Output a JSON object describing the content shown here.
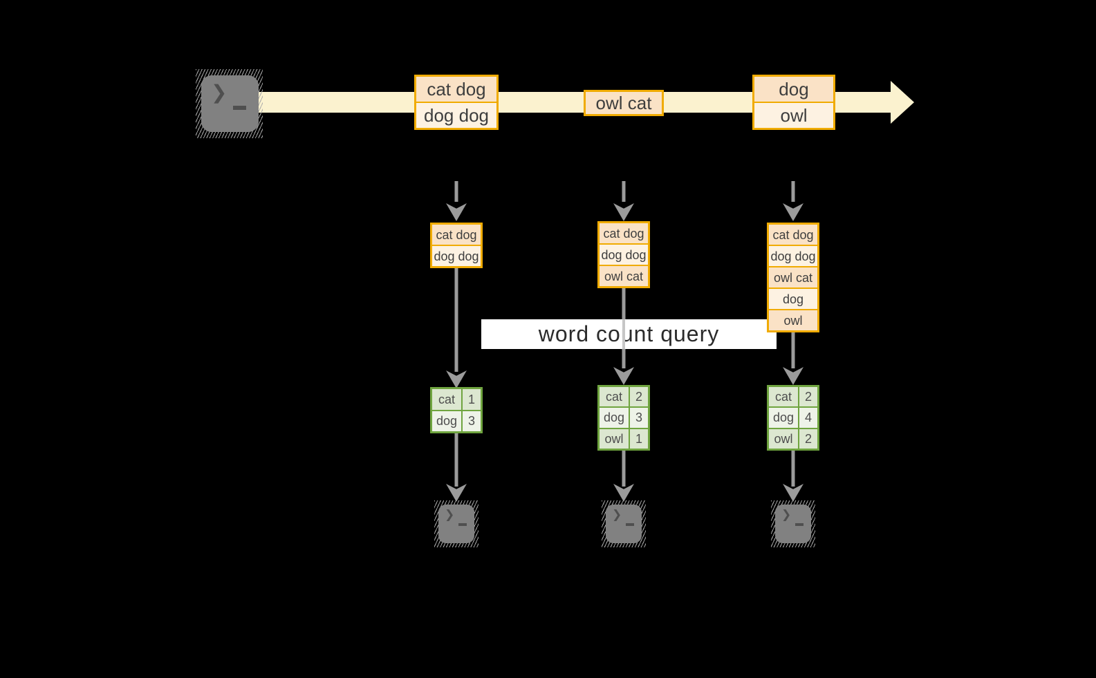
{
  "query": {
    "label": "word count query"
  },
  "icons": {
    "terminal_glyph": "❯"
  },
  "colors": {
    "background": "#000000",
    "stream_band": "#fbf2cf",
    "orange_border": "#f0ab00",
    "row_peach": "#fae2c6",
    "row_cream": "#fdf2e2",
    "green_border": "#6fa43f",
    "green_cell_dark": "#dce7d0",
    "green_cell_light": "#eef3e8",
    "arrow_gray": "#9b9b9b",
    "label_band": "#ffffff"
  },
  "stream": {
    "records": [
      {
        "lines": [
          "cat dog",
          "dog dog"
        ]
      },
      {
        "lines": [
          "owl cat"
        ]
      },
      {
        "lines": [
          "dog",
          "owl"
        ]
      }
    ]
  },
  "columns": [
    {
      "buffer": [
        "cat dog",
        "dog dog"
      ],
      "counts": [
        {
          "word": "cat",
          "count": "1"
        },
        {
          "word": "dog",
          "count": "3"
        }
      ]
    },
    {
      "buffer": [
        "cat dog",
        "dog dog",
        "owl cat"
      ],
      "counts": [
        {
          "word": "cat",
          "count": "2"
        },
        {
          "word": "dog",
          "count": "3"
        },
        {
          "word": "owl",
          "count": "1"
        }
      ]
    },
    {
      "buffer": [
        "cat dog",
        "dog dog",
        "owl cat",
        "dog",
        "owl"
      ],
      "counts": [
        {
          "word": "cat",
          "count": "2"
        },
        {
          "word": "dog",
          "count": "4"
        },
        {
          "word": "owl",
          "count": "2"
        }
      ]
    }
  ]
}
